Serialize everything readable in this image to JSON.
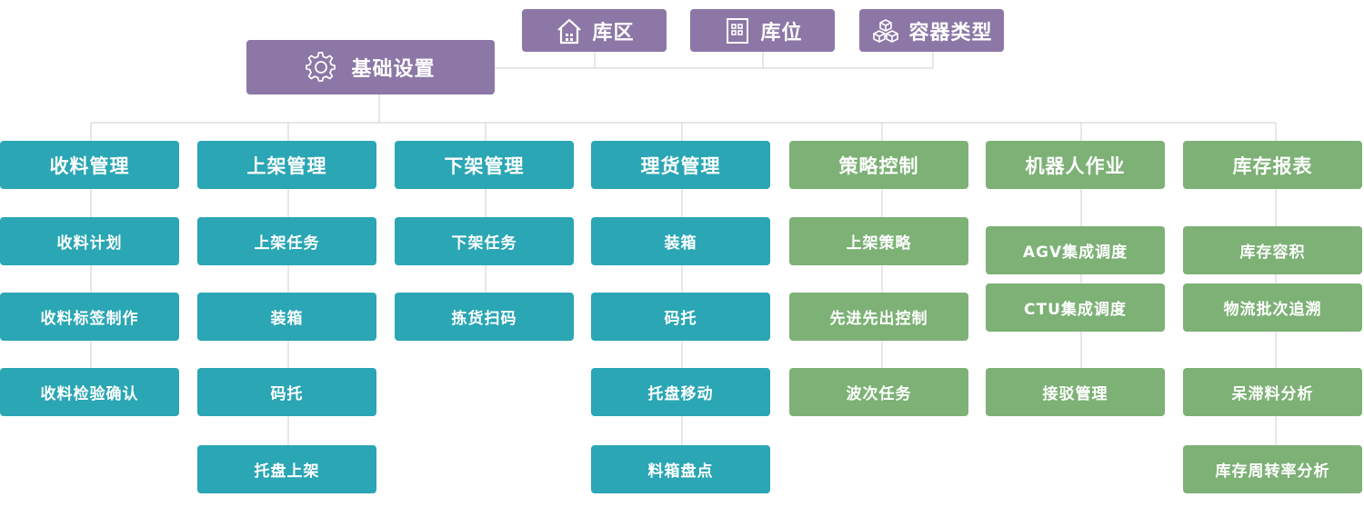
{
  "colors": {
    "purple": "#8c77a6",
    "teal": "#2aa6b4",
    "green": "#7db176",
    "line": "#cfcfcf"
  },
  "root": {
    "label": "基础设置",
    "icon": "gear-icon"
  },
  "top_nodes": [
    {
      "label": "库区",
      "icon": "house-icon"
    },
    {
      "label": "库位",
      "icon": "shelf-grid-icon"
    },
    {
      "label": "容器类型",
      "icon": "cubes-icon"
    }
  ],
  "categories": [
    {
      "label": "收料管理",
      "color": "teal",
      "children": [
        "收料计划",
        "收料标签制作",
        "收料检验确认"
      ]
    },
    {
      "label": "上架管理",
      "color": "teal",
      "children": [
        "上架任务",
        "装箱",
        "码托",
        "托盘上架"
      ]
    },
    {
      "label": "下架管理",
      "color": "teal",
      "children": [
        "下架任务",
        "拣货扫码"
      ]
    },
    {
      "label": "理货管理",
      "color": "teal",
      "children": [
        "装箱",
        "码托",
        "托盘移动",
        "料箱盘点"
      ]
    },
    {
      "label": "策略控制",
      "color": "green",
      "children": [
        "上架策略",
        "先进先出控制",
        "波次任务"
      ]
    },
    {
      "label": "机器人作业",
      "color": "green",
      "children": [
        "AGV集成调度",
        "CTU集成调度",
        "接驳管理"
      ]
    },
    {
      "label": "库存报表",
      "color": "green",
      "children": [
        "库存容积",
        "物流批次追溯",
        "呆滞料分析",
        "库存周转率分析"
      ]
    }
  ]
}
